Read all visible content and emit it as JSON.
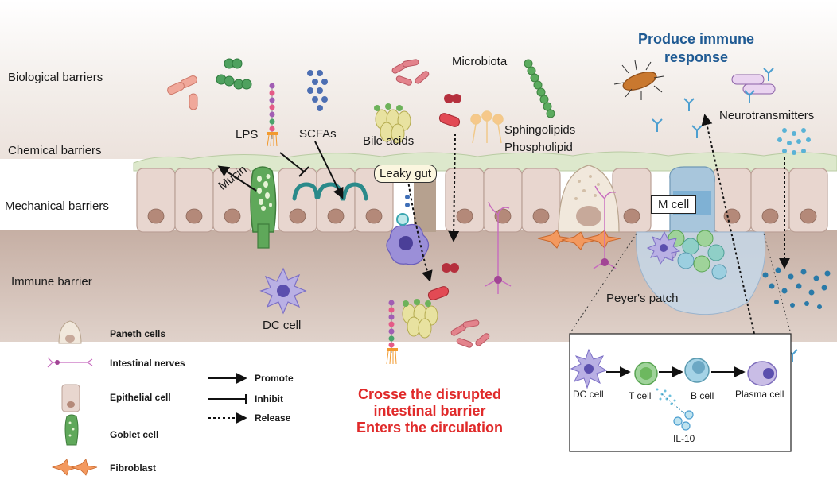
{
  "barriers": {
    "biological": "Biological barriers",
    "chemical": "Chemical barriers",
    "mechanical": "Mechanical barriers",
    "immune": "Immune barrier"
  },
  "labels": {
    "lps": "LPS",
    "scfas": "SCFAs",
    "mucin": "Mucin",
    "bile_acids": "Bile acids",
    "leaky_gut": "Leaky gut",
    "microbiota": "Microbiota",
    "sphingolipids": "Sphingolipids",
    "phospholipid": "Phospholipid",
    "produce_immune_line1": "Produce immune",
    "produce_immune_line2": "response",
    "neurotransmitters": "Neurotransmitters",
    "m_cell": "M cell",
    "peyers_patch": "Peyer's patch",
    "dc_cell": "DC cell",
    "crosse_line1": "Crosse the disrupted",
    "crosse_line2": "intestinal barrier",
    "crosse_line3": "Enters the circulation"
  },
  "inset": {
    "dc_cell": "DC cell",
    "t_cell": "T cell",
    "b_cell": "B cell",
    "plasma_cell": "Plasma cell",
    "il10": "IL-10"
  },
  "legend": {
    "paneth": "Paneth cells",
    "nerves": "Intestinal nerves",
    "epithelial": "Epithelial cell",
    "goblet": "Goblet cell",
    "fibroblast": "Fibroblast",
    "promote": "Promote",
    "inhibit": "Inhibit",
    "release": "Release"
  },
  "colors": {
    "red_text": "#e02a2a",
    "blue_text": "#1f5a93",
    "epithelium": "#e8d6cf",
    "mucus": "#dde8cc",
    "lamina": "#cdb8ae",
    "goblet": "#5fa85a",
    "bacteria_pink": "#e3838c"
  }
}
